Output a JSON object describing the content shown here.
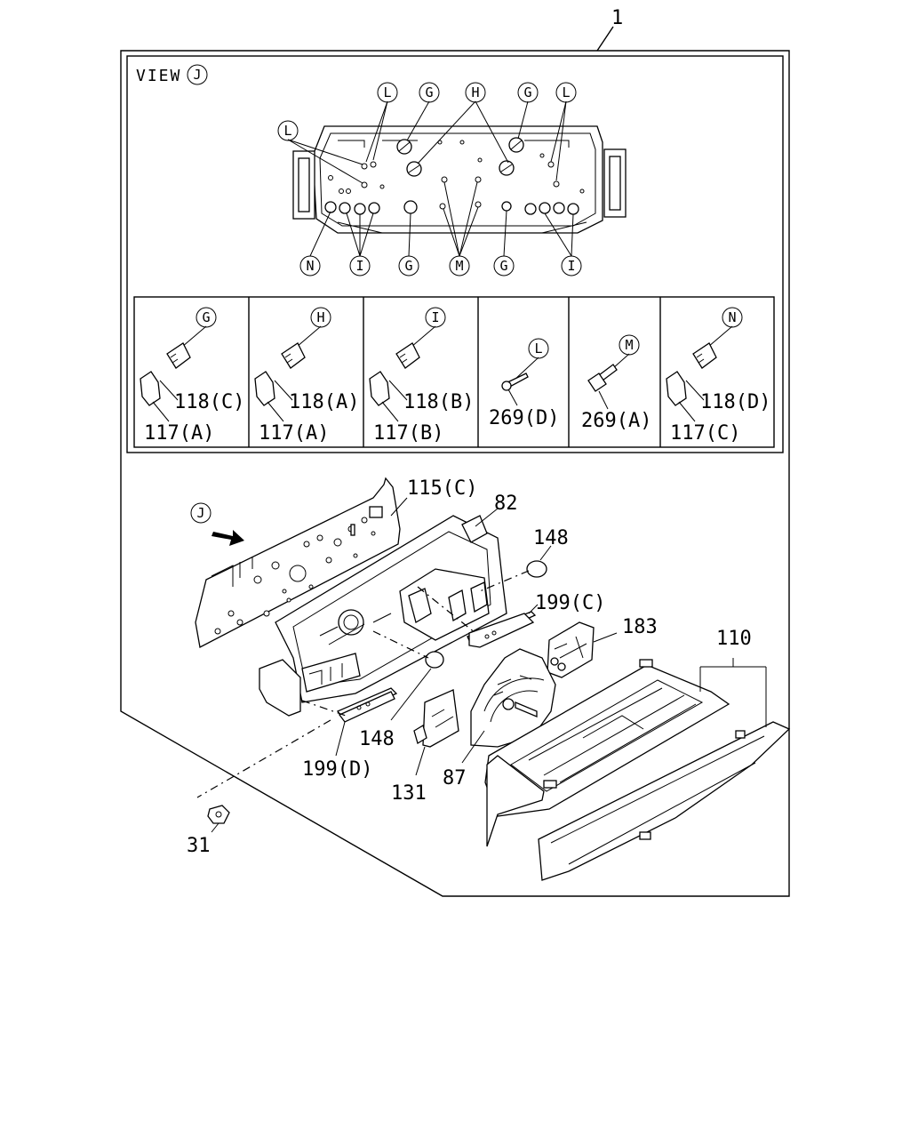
{
  "view_title": "VIEW",
  "view_letter": "J",
  "top_ref": "1",
  "circled_letters": {
    "G": "G",
    "H": "H",
    "I": "I",
    "L": "L",
    "M": "M",
    "N": "N",
    "J": "J"
  },
  "detail_boxes": [
    {
      "letter": "G",
      "bulb": "118(C)",
      "socket": "117(A)"
    },
    {
      "letter": "H",
      "bulb": "118(A)",
      "socket": "117(A)"
    },
    {
      "letter": "I",
      "bulb": "118(B)",
      "socket": "117(B)"
    },
    {
      "letter": "L",
      "screw": "269(D)"
    },
    {
      "letter": "M",
      "screw": "269(A)"
    },
    {
      "letter": "N",
      "bulb": "118(D)",
      "socket": "117(C)"
    }
  ],
  "parts": {
    "p115c": "115(C)",
    "p82": "82",
    "p148a": "148",
    "p199c": "199(C)",
    "p183": "183",
    "p110": "110",
    "p148b": "148",
    "p199d": "199(D)",
    "p131": "131",
    "p87": "87",
    "p31": "31"
  }
}
